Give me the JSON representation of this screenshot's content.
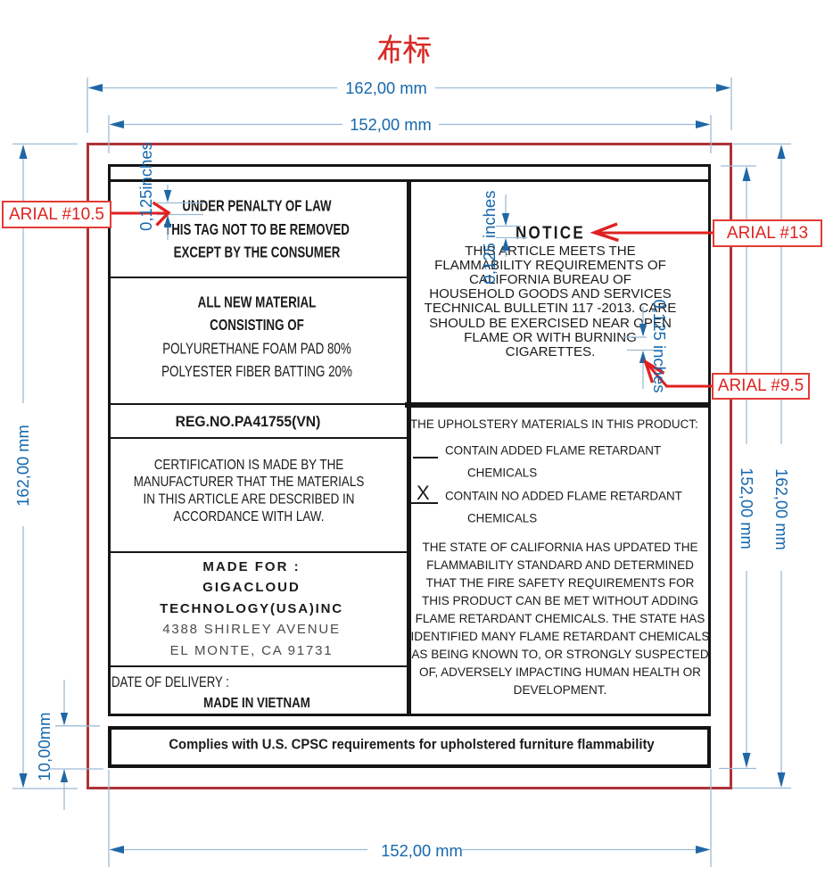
{
  "title": "布标",
  "dimensions": {
    "outer_width_top": "162,00 mm",
    "label_width_top": "152,00 mm",
    "label_width_bottom": "152,00 mm",
    "outer_height_left": "162,00 mm",
    "label_height_right": "152,00 mm",
    "outer_height_right": "162,00 mm",
    "strip_height_left": "10,00mm",
    "penalty_margin": "0,125inches",
    "notice_margin": "0,125 inches",
    "cigarettes_margin": "0,125 inches"
  },
  "callouts": {
    "penalty_font": "ARIAL #10.5",
    "notice_font": "ARIAL #13",
    "paragraph_font": "ARIAL #9.5"
  },
  "label": {
    "penalty_cell": {
      "lines": [
        "UNDER PENALTY OF LAW",
        "THIS TAG NOT TO BE REMOVED",
        "EXCEPT BY THE CONSUMER"
      ]
    },
    "material_cell": {
      "lines": [
        "ALL NEW MATERIAL",
        "CONSISTING OF",
        "POLYURETHANE FOAM PAD 80%",
        "POLYESTER FIBER BATTING 20%"
      ]
    },
    "reg_cell": {
      "text": "REG.NO.PA41755(VN)"
    },
    "certification_cell": {
      "lines": [
        "CERTIFICATION IS MADE BY THE",
        "MANUFACTURER THAT THE MATERIALS",
        "IN THIS ARTICLE ARE DESCRIBED IN",
        "ACCORDANCE WITH LAW."
      ]
    },
    "made_for_cell": {
      "lines": [
        "MADE FOR :",
        "GIGACLOUD",
        "TECHNOLOGY(USA)INC",
        "4388 SHIRLEY AVENUE",
        "EL MONTE, CA 91731"
      ]
    },
    "delivery_cell": {
      "date_label": "DATE OF DELIVERY :",
      "origin": "MADE IN VIETNAM"
    },
    "notice_cell": {
      "title": "NOTICE",
      "lines": [
        "THIS ARTICLE MEETS THE",
        "FLAMMABILITY REQUIREMENTS OF",
        "CALIFORNIA BUREAU OF",
        "HOUSEHOLD GOODS AND SERVICES",
        "TECHNICAL BULLETIN 117 -2013. CARE",
        "SHOULD BE EXERCISED NEAR OPEN",
        "FLAME OR WITH BURNING",
        "CIGARETTES."
      ]
    },
    "materials_cell": {
      "heading": "THE UPHOLSTERY MATERIALS IN THIS PRODUCT:",
      "option1_lines": [
        "CONTAIN ADDED FLAME RETARDANT",
        "CHEMICALS"
      ],
      "option2_mark": "X",
      "option2_lines": [
        "CONTAIN NO ADDED FLAME RETARDANT",
        "CHEMICALS"
      ],
      "paragraph_lines": [
        "THE STATE OF CALIFORNIA HAS UPDATED THE",
        "FLAMMABILITY STANDARD AND DETERMINED",
        "THAT THE FIRE SAFETY REQUIREMENTS FOR",
        "THIS PRODUCT CAN BE MET WITHOUT ADDING",
        "FLAME RETARDANT CHEMICALS. THE STATE HAS",
        "IDENTIFIED MANY FLAME RETARDANT CHEMICALS",
        "AS BEING KNOWN TO, OR STRONGLY SUSPECTED",
        "OF, ADVERSELY IMPACTING HUMAN HEALTH OR",
        "DEVELOPMENT."
      ]
    },
    "strip": {
      "text": "Complies with U.S. CPSC requirements for upholstered furniture flammability"
    }
  },
  "colors": {
    "dimension_blue": "#1668ad",
    "dimension_line": "#9dbbd6",
    "arrow_blue": "#1f67a5",
    "callout_red": "#dd2420",
    "outline_red": "#ad3338",
    "label_black": "#151515"
  }
}
